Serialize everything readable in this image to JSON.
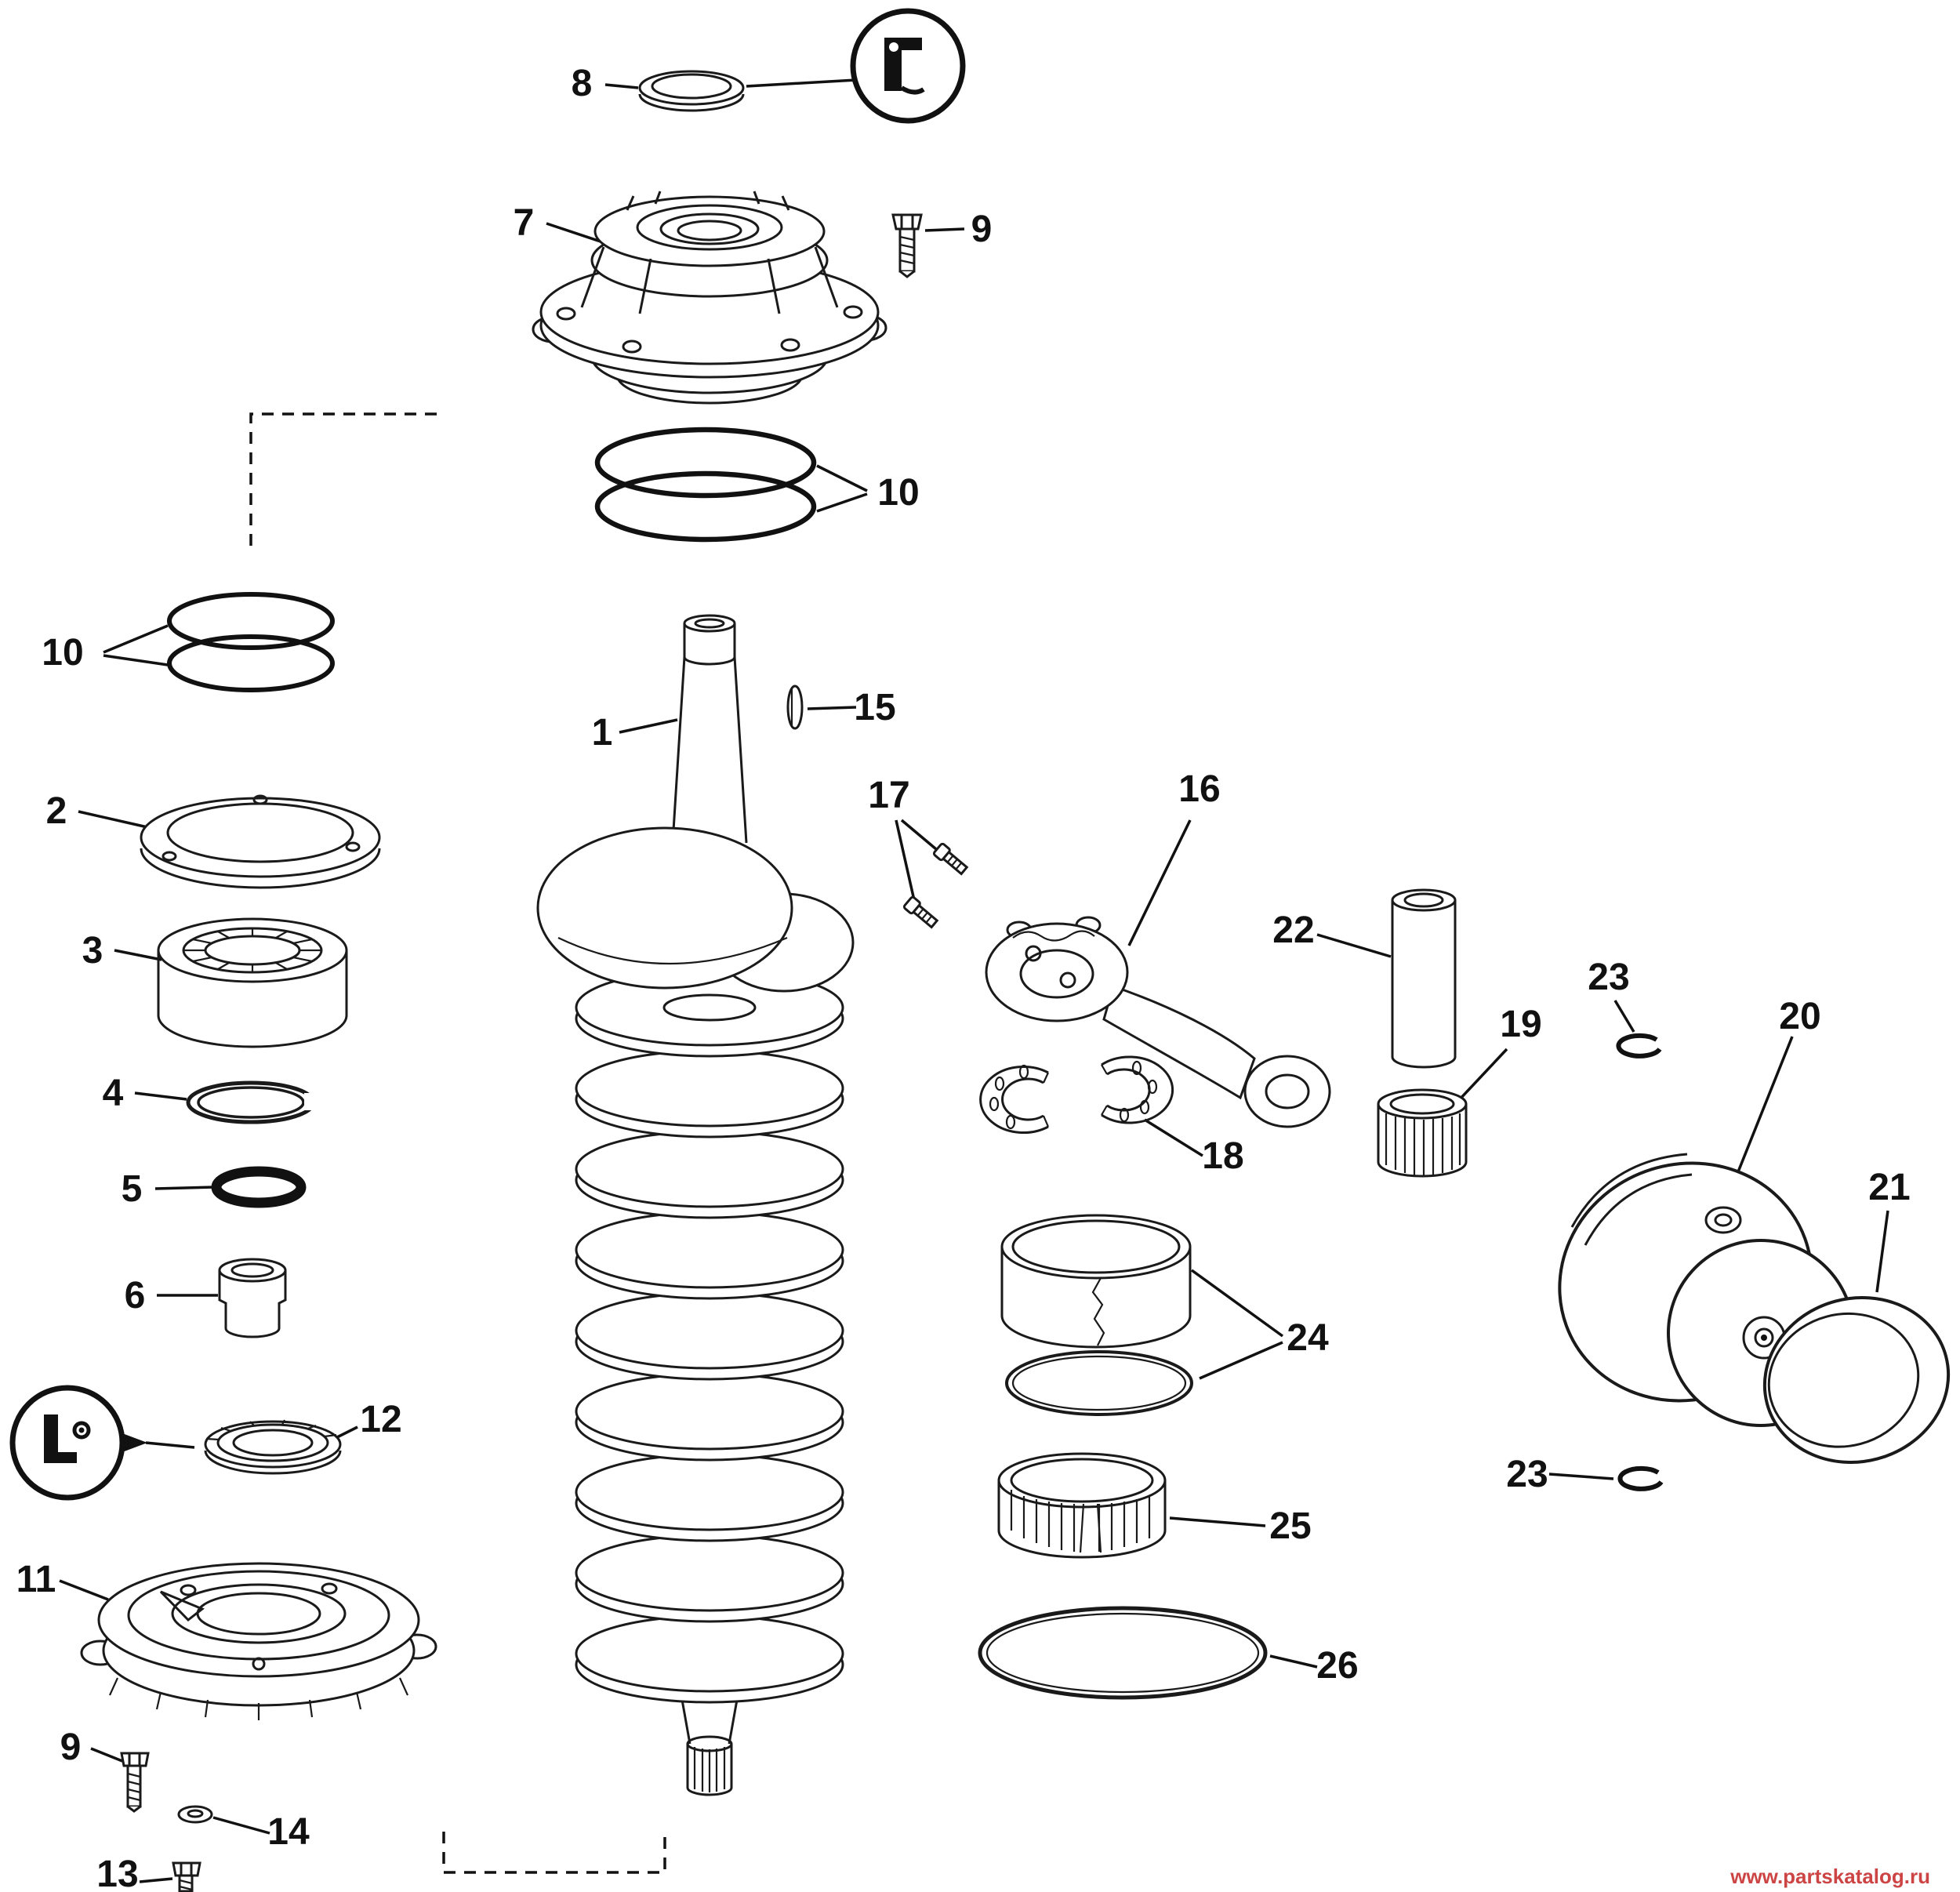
{
  "colors": {
    "ink": "#111111",
    "background": "#ffffff",
    "watermark": "#cc4444"
  },
  "callouts": {
    "c1": "1",
    "c2": "2",
    "c3": "3",
    "c4": "4",
    "c5": "5",
    "c6": "6",
    "c7": "7",
    "c8": "8",
    "c9_top": "9",
    "c9_bottom": "9",
    "c10_left": "10",
    "c10_right": "10",
    "c11": "11",
    "c12": "12",
    "c13": "13",
    "c14": "14",
    "c15": "15",
    "c16": "16",
    "c17": "17",
    "c18": "18",
    "c19": "19",
    "c20": "20",
    "c21": "21",
    "c22": "22",
    "c23_top": "23",
    "c23_bottom": "23",
    "c24": "24",
    "c25": "25",
    "c26": "26"
  },
  "watermark": {
    "text": "www.partskatalog.ru",
    "color": "#cc4444"
  }
}
